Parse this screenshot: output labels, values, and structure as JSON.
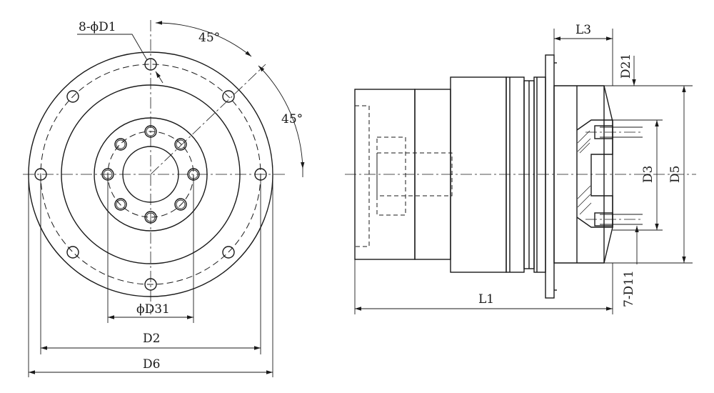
{
  "drawing": {
    "labels": {
      "bolt_holes": "8-ϕD1",
      "angle_top": "45°",
      "angle_side": "45°",
      "pcd_inner": "ϕD31",
      "d2": "D2",
      "d6": "D6",
      "l3": "L3",
      "d21": "D21",
      "d3": "D3",
      "d5": "D5",
      "l1": "L1",
      "tapped_holes": "7-D11"
    }
  }
}
